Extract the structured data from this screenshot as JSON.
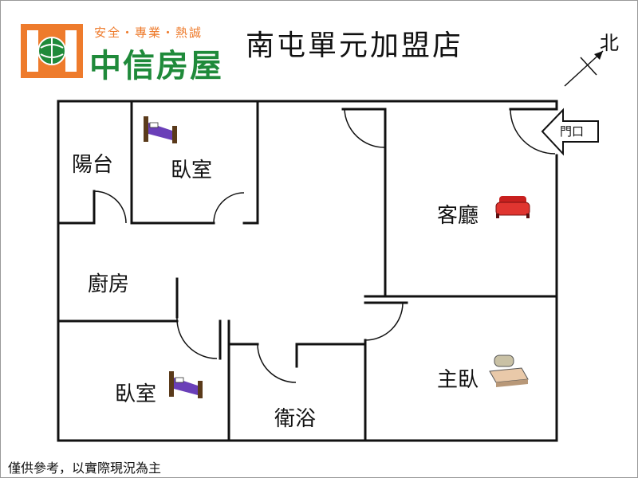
{
  "header": {
    "slogan": "安全・專業・熱誠",
    "brand": "中信房屋",
    "store_name": "南屯單元加盟店",
    "north_label": "北"
  },
  "rooms": {
    "balcony": "陽台",
    "bedroom_top": "臥室",
    "living_room": "客廳",
    "kitchen": "廚房",
    "bedroom_bottom": "臥室",
    "master_bedroom": "主臥",
    "bathroom": "衛浴"
  },
  "entrance_label": "門口",
  "disclaimer": "僅供參考，以實際現況為主",
  "icons": [
    "logo-icon",
    "north-arrow-icon",
    "bed-icon",
    "sofa-icon",
    "entrance-arrow-icon"
  ],
  "colors": {
    "brand_green": "#1f8a3a",
    "brand_orange": "#ee7b2c",
    "sofa_red": "#c8201e",
    "bed_purple": "#6a3fb8"
  }
}
